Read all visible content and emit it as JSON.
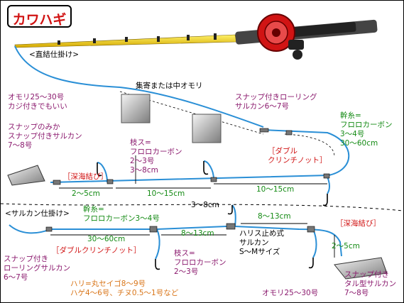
{
  "title": "カワハギ",
  "sections": {
    "direct": "<直結仕掛け>",
    "sarukan": "<サルカン仕掛け>"
  },
  "labels": {
    "sinker_center": "集寄または中オモリ",
    "sinker_top1": "オモリ25〜30号",
    "sinker_top2": "カジ付きでもいい",
    "snap_only1": "スナップのみか",
    "snap_only2": "スナップ付きサルカン",
    "snap_only3": "7〜8号",
    "snap_rolling1": "スナップ付きローリング",
    "snap_rolling2": "サルカン6〜7号",
    "main1": "幹糸=",
    "main2": "フロロカーボン",
    "main3": "3〜4号",
    "main4": "30〜60cm",
    "double1": "［ダブル",
    "double2": "クリンチノット］",
    "branch1": "枝ス=",
    "branch2": "フロロカーボン",
    "branch3": "2〜3号",
    "branch4": "3〜8cm",
    "deep_knot": "［深海結び］",
    "d_2_5": "2〜5cm",
    "d_10_15a": "10〜15cm",
    "d_10_15b": "10〜15cm",
    "d_3_8": "3〜8cm",
    "d_8_13a": "8〜13cm",
    "d_8_13b": "8〜13cm",
    "main_s1": "幹糸=",
    "main_s2": "フロロカーボン3〜4号",
    "d_30_60": "30〜60cm",
    "deep_knot2": "［深海結び］",
    "double_s": "［ダブルクリンチノット］",
    "harris1": "ハリス止め式",
    "harris2": "サルカン",
    "harris3": "S〜Mサイズ",
    "branch_s1": "枝ス=",
    "branch_s2": "フロロカーボン",
    "branch_s3": "2〜3号",
    "snap_l1": "スナップ付き",
    "snap_l2": "ローリングサルカン",
    "snap_l3": "6〜7号",
    "d_2_5b": "2〜5cm",
    "hook1": "ハリ=丸セイゴ8〜9号",
    "hook2": "ハゲ4〜6号、チヌ0.5〜1号など",
    "snap_r1": "スナップ付き",
    "snap_r2": "タル型サルカン",
    "snap_r3": "7〜8号",
    "sinker_bottom": "オモリ25〜30号"
  },
  "colors": {
    "title": "#d11414",
    "line": "#2a8fd6",
    "label_main": "#8b1a6e",
    "label_line": "#138a13",
    "knot": "#d11414",
    "hook_note": "#d9761a",
    "rod": "#f2d21a",
    "reel": "#d11414"
  }
}
